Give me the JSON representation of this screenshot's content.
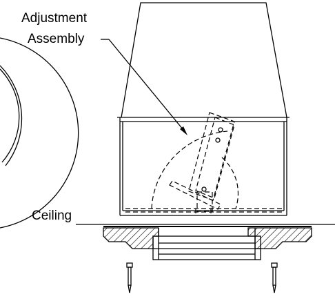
{
  "labels": {
    "adjustment_line1": "Adjustment",
    "adjustment_line2": "Assembly",
    "ceiling": "Ceiling"
  }
}
